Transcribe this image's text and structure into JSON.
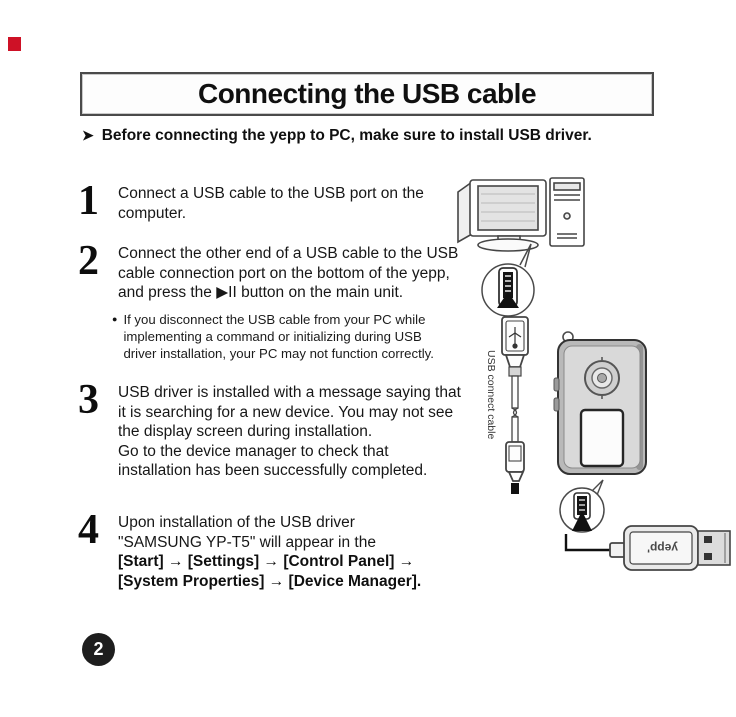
{
  "colors": {
    "red_marker": "#ce1126",
    "badge_bg": "#1e1e1e"
  },
  "header": {
    "title": "Connecting the USB cable"
  },
  "note": {
    "marker": "➤",
    "text": "Before connecting the yepp to PC, make sure to install USB driver."
  },
  "steps": [
    {
      "num": "1",
      "text": "Connect a USB cable to the USB port on the\ncomputer."
    },
    {
      "num": "2",
      "text": "Connect the other end of a USB cable to the USB\ncable connection port on the bottom of the yepp,\nand press the  ▶II  button on the main unit.",
      "bullet_marker": "●",
      "bullet_text": "If you disconnect the USB cable from your PC while\nimplementing a command or initializing during USB\ndriver installation, your PC may not function correctly."
    },
    {
      "num": "3",
      "text": "USB driver is installed with a message saying that\nit is searching for a new device. You may not see\nthe display screen during installation.\nGo to the device manager to check that\ninstallation has been successfully completed."
    },
    {
      "num": "4",
      "text": "Upon installation of the USB driver\n\"SAMSUNG YP-T5\" will appear in the",
      "path_text": "[Start] → [Settings] → [Control Panel] →\n[System Properties] → [Device Manager]."
    }
  ],
  "illustration": {
    "cable_label": "USB connect cable",
    "adapter_label": "yepp'"
  },
  "footer": {
    "page_number": "2"
  }
}
